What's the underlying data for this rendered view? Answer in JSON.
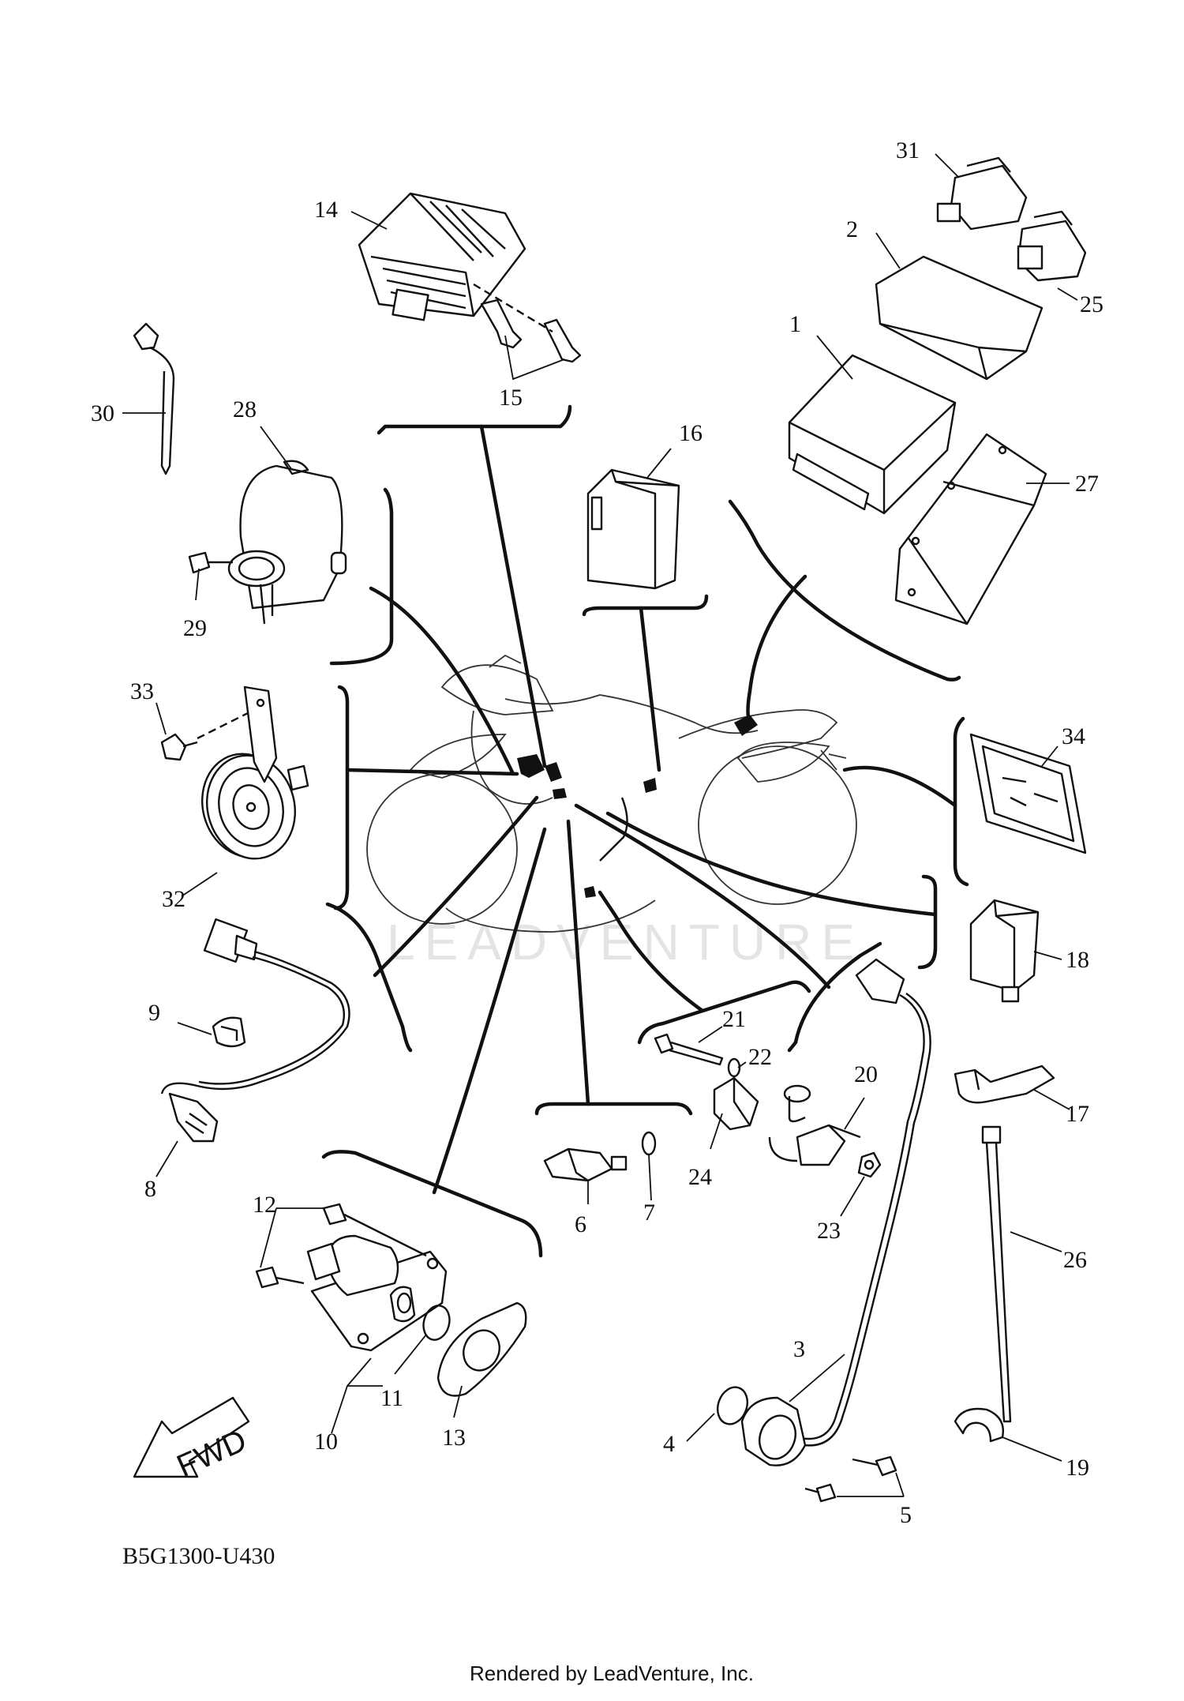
{
  "diagram": {
    "code": "B5G1300-U430",
    "footer": "Rendered by LeadVenture, Inc.",
    "watermark": "LEADVENTURE",
    "direction_label": "FWD"
  },
  "callouts": [
    {
      "id": "c1",
      "label": "1"
    },
    {
      "id": "c2",
      "label": "2"
    },
    {
      "id": "c3",
      "label": "3"
    },
    {
      "id": "c4",
      "label": "4"
    },
    {
      "id": "c5",
      "label": "5"
    },
    {
      "id": "c6",
      "label": "6"
    },
    {
      "id": "c7",
      "label": "7"
    },
    {
      "id": "c8",
      "label": "8"
    },
    {
      "id": "c9",
      "label": "9"
    },
    {
      "id": "c10",
      "label": "10"
    },
    {
      "id": "c11",
      "label": "11"
    },
    {
      "id": "c12",
      "label": "12"
    },
    {
      "id": "c13",
      "label": "13"
    },
    {
      "id": "c14",
      "label": "14"
    },
    {
      "id": "c15",
      "label": "15"
    },
    {
      "id": "c16",
      "label": "16"
    },
    {
      "id": "c17",
      "label": "17"
    },
    {
      "id": "c18",
      "label": "18"
    },
    {
      "id": "c19",
      "label": "19"
    },
    {
      "id": "c20",
      "label": "20"
    },
    {
      "id": "c21",
      "label": "21"
    },
    {
      "id": "c22",
      "label": "22"
    },
    {
      "id": "c23",
      "label": "23"
    },
    {
      "id": "c24",
      "label": "24"
    },
    {
      "id": "c25",
      "label": "25"
    },
    {
      "id": "c26",
      "label": "26"
    },
    {
      "id": "c27",
      "label": "27"
    },
    {
      "id": "c28",
      "label": "28"
    },
    {
      "id": "c29",
      "label": "29"
    },
    {
      "id": "c30",
      "label": "30"
    },
    {
      "id": "c31",
      "label": "31"
    },
    {
      "id": "c32",
      "label": "32"
    },
    {
      "id": "c33",
      "label": "33"
    },
    {
      "id": "c34",
      "label": "34"
    }
  ]
}
